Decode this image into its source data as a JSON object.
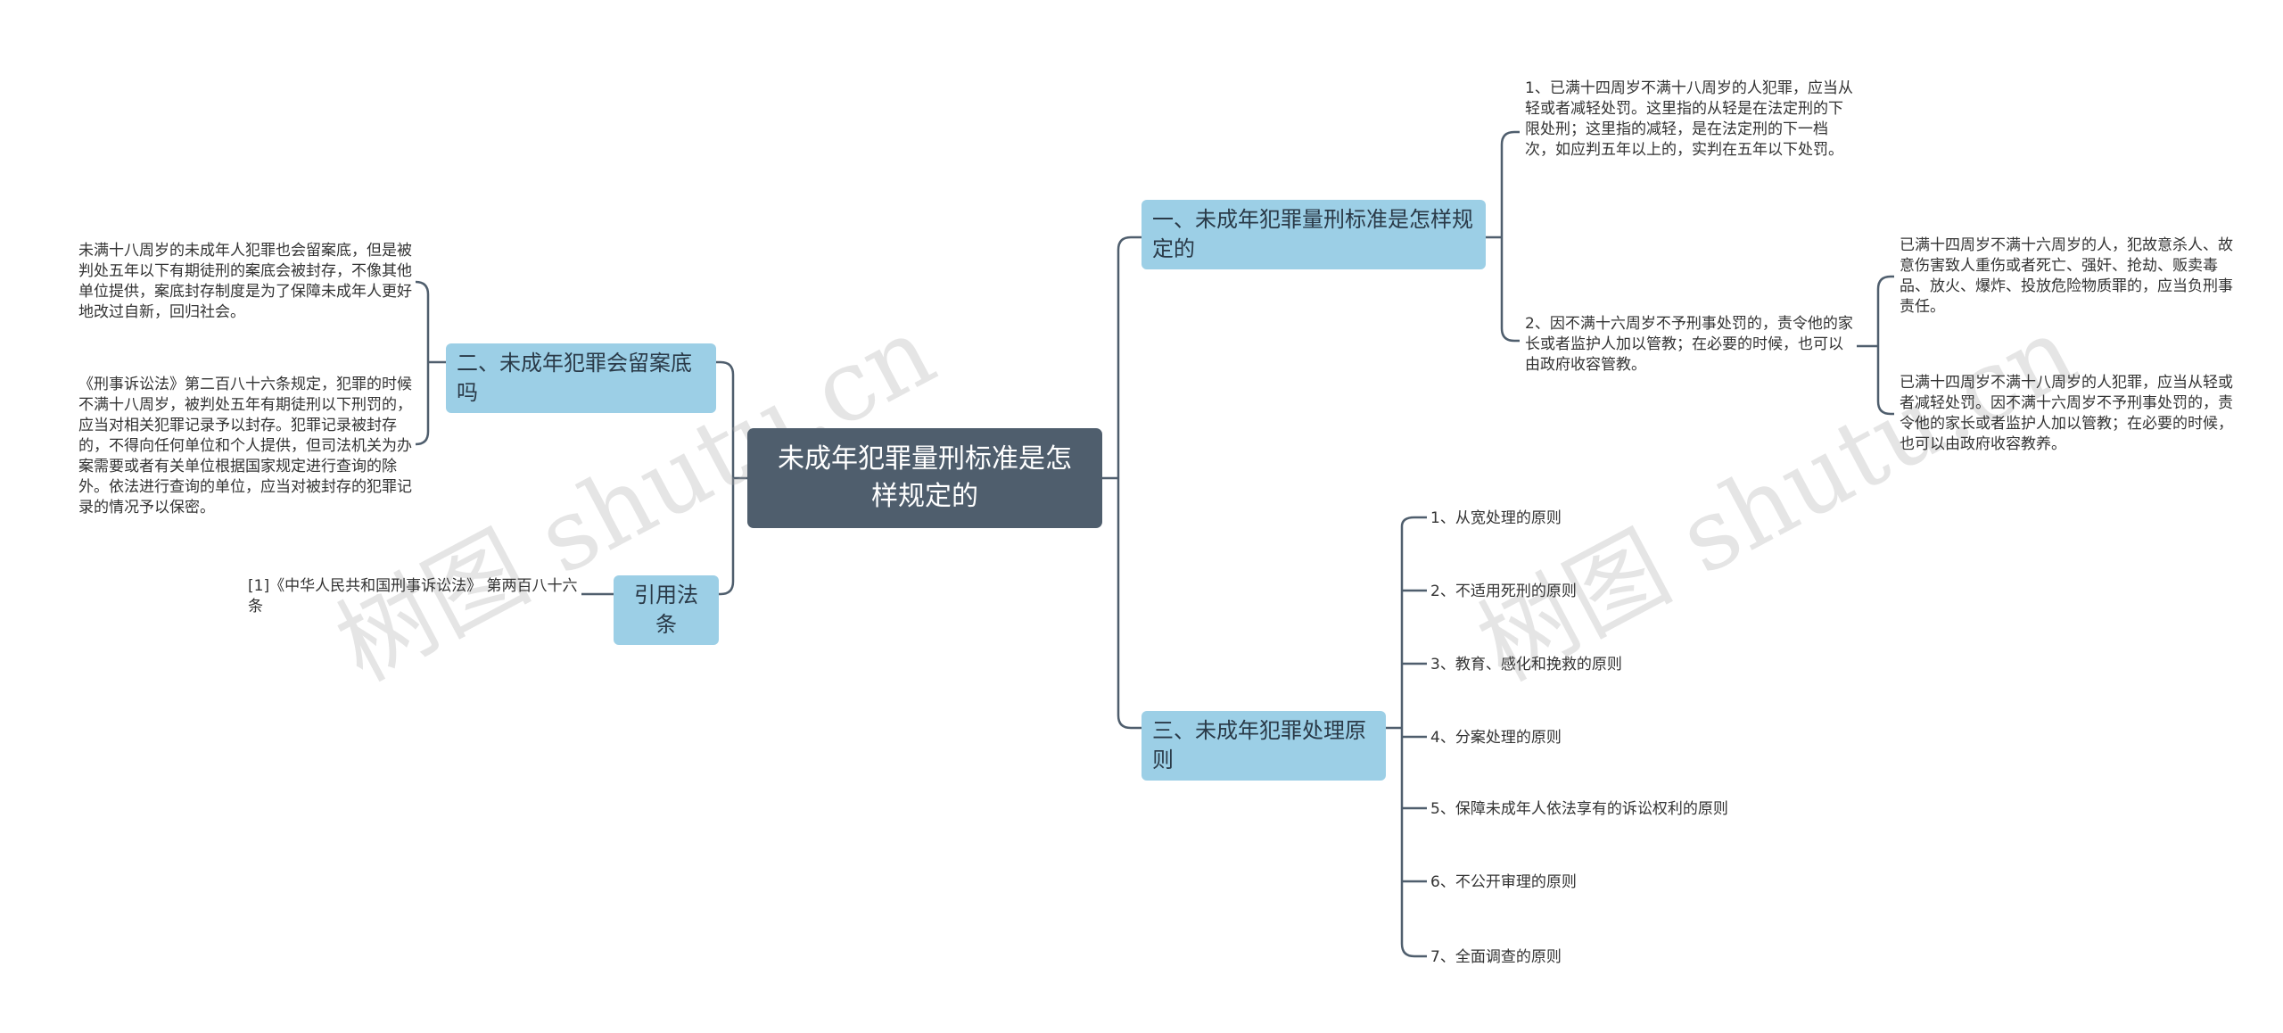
{
  "root": {
    "title": "未成年犯罪量刑标准是怎样规定的"
  },
  "branches": {
    "b1": {
      "label": "一、未成年犯罪量刑标准是怎样规定的",
      "items": [
        "1、已满十四周岁不满十八周岁的人犯罪，应当从轻或者减轻处罚。这里指的从轻是在法定刑的下限处刑；这里指的减轻，是在法定刑的下一档次，如应判五年以上的，实判在五年以下处罚。",
        "2、因不满十六周岁不予刑事处罚的，责令他的家长或者监护人加以管教；在必要的时候，也可以由政府收容管教。"
      ],
      "sub_items": [
        "已满十四周岁不满十六周岁的人，犯故意杀人、故意伤害致人重伤或者死亡、强奸、抢劫、贩卖毒品、放火、爆炸、投放危险物质罪的，应当负刑事责任。",
        "已满十四周岁不满十八周岁的人犯罪，应当从轻或者减轻处罚。因不满十六周岁不予刑事处罚的，责令他的家长或者监护人加以管教；在必要的时候，也可以由政府收容教养。"
      ]
    },
    "b2": {
      "label": "二、未成年犯罪会留案底吗",
      "items": [
        "未满十八周岁的未成年人犯罪也会留案底，但是被判处五年以下有期徒刑的案底会被封存，不像其他单位提供，案底封存制度是为了保障未成年人更好地改过自新，回归社会。",
        "《刑事诉讼法》第二百八十六条规定，犯罪的时候不满十八周岁，被判处五年有期徒刑以下刑罚的，应当对相关犯罪记录予以封存。犯罪记录被封存的，不得向任何单位和个人提供，但司法机关为办案需要或者有关单位根据国家规定进行查询的除外。依法进行查询的单位，应当对被封存的犯罪记录的情况予以保密。"
      ]
    },
    "b3": {
      "label": "三、未成年犯罪处理原则",
      "items": [
        "1、从宽处理的原则",
        "2、不适用死刑的原则",
        "3、教育、感化和挽救的原则",
        "4、分案处理的原则",
        "5、保障未成年人依法享有的诉讼权利的原则",
        "6、不公开审理的原则",
        "7、全面调查的原则"
      ]
    },
    "b4": {
      "label": "引用法条",
      "items": [
        "[1]《中华人民共和国刑事诉讼法》 第两百八十六条"
      ]
    }
  },
  "watermarks": [
    "树图 shutu.cn",
    "树图 shutu.cn"
  ],
  "colors": {
    "root_bg": "#4f5e6d",
    "branch_bg": "#9ccfe6",
    "line": "#4f5e6d"
  }
}
